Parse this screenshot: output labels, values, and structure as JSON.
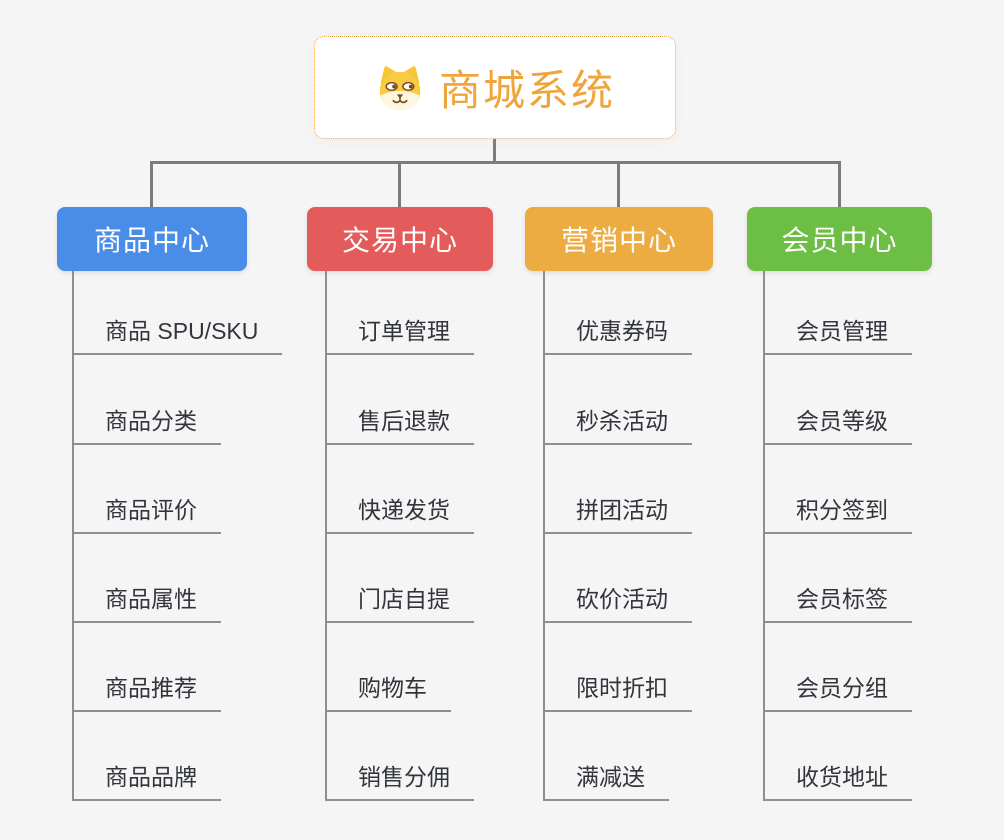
{
  "root": {
    "title": "商城系统",
    "title_color": "#f0a43c",
    "border_color": "#e9a74f",
    "icon": "dog-face-icon"
  },
  "branches": [
    {
      "label": "商品中心",
      "color": "#4a8de8",
      "items": [
        "商品 SPU/SKU",
        "商品分类",
        "商品评价",
        "商品属性",
        "商品推荐",
        "商品品牌"
      ]
    },
    {
      "label": "交易中心",
      "color": "#e35c5b",
      "items": [
        "订单管理",
        "售后退款",
        "快递发货",
        "门店自提",
        "购物车",
        "销售分佣"
      ]
    },
    {
      "label": "营销中心",
      "color": "#ecac41",
      "items": [
        "优惠券码",
        "秒杀活动",
        "拼团活动",
        "砍价活动",
        "限时折扣",
        "满减送"
      ]
    },
    {
      "label": "会员中心",
      "color": "#6cbe45",
      "items": [
        "会员管理",
        "会员等级",
        "积分签到",
        "会员标签",
        "会员分组",
        "收货地址"
      ]
    }
  ],
  "palette": {
    "background": "#f5f5f6",
    "connector": "#7c7c7c",
    "leaf_line": "#8f8f8f",
    "leaf_text": "#32353b"
  }
}
